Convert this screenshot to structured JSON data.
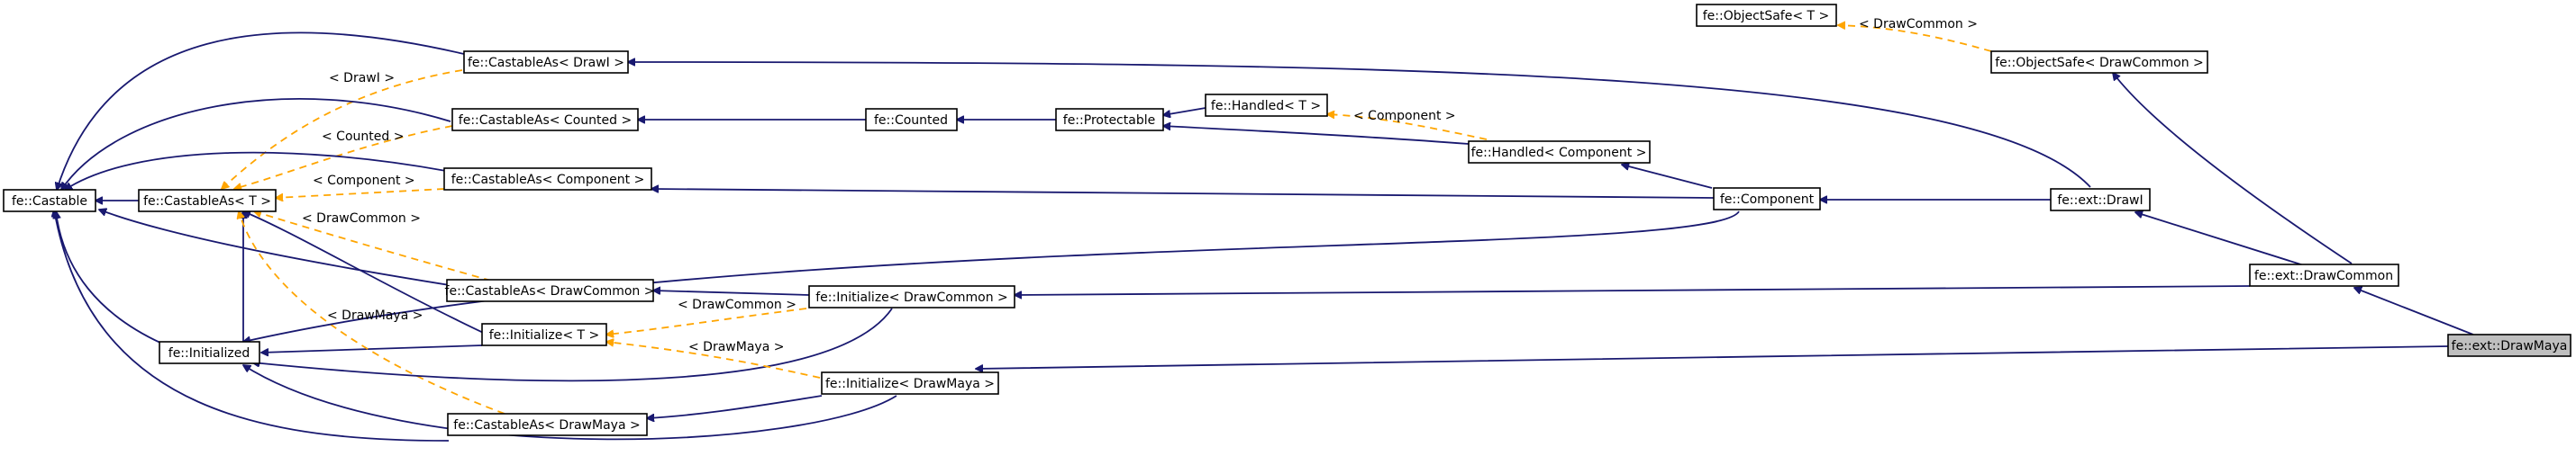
{
  "diagram": {
    "colors": {
      "inheritance_edge": "#191970",
      "template_edge": "#ffa500",
      "node_border": "#000000",
      "current_node_fill": "#bfbfbf",
      "background": "#ffffff"
    },
    "nodes": {
      "castable": "fe::Castable",
      "castableAsT": "fe::CastableAs< T >",
      "initialized": "fe::Initialized",
      "castableAsDrawI": "fe::CastableAs< DrawI >",
      "castableAsCounted": "fe::CastableAs< Counted >",
      "castableAsComponent": "fe::CastableAs< Component >",
      "castableAsDrawCommon": "fe::CastableAs< DrawCommon >",
      "initializeT": "fe::Initialize< T >",
      "castableAsDrawMaya": "fe::CastableAs< DrawMaya >",
      "initializeDrawCommon": "fe::Initialize< DrawCommon >",
      "initializeDrawMaya": "fe::Initialize< DrawMaya >",
      "counted": "fe::Counted",
      "protectable": "fe::Protectable",
      "handledT": "fe::Handled< T >",
      "handledComponent": "fe::Handled< Component >",
      "component": "fe::Component",
      "objectSafeT": "fe::ObjectSafe< T >",
      "objectSafeDrawCommon": "fe::ObjectSafe< DrawCommon >",
      "drawI": "fe::ext::DrawI",
      "drawCommon": "fe::ext::DrawCommon",
      "drawMaya": "fe::ext::DrawMaya"
    },
    "edge_labels": {
      "drawI": "< DrawI >",
      "counted": "< Counted >",
      "component": "< Component >",
      "drawCommonCastable": "< DrawCommon >",
      "drawMayaCastable": "< DrawMaya >",
      "drawCommonInit": "< DrawCommon >",
      "drawMayaInit": "< DrawMaya >",
      "componentHandled": "< Component >",
      "drawCommonObjectSafe": "< DrawCommon >"
    }
  }
}
